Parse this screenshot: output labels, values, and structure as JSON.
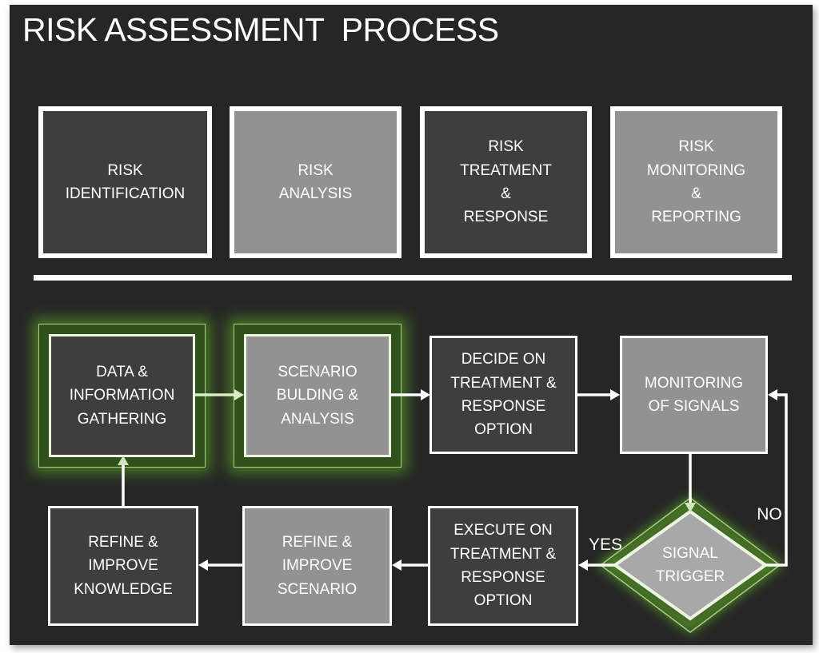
{
  "title": "RISK ASSESSMENT  PROCESS",
  "top_row": {
    "boxes": [
      {
        "label": "RISK\nIDENTIFICATION",
        "tone": "dark"
      },
      {
        "label": "RISK\nANALYSIS",
        "tone": "light"
      },
      {
        "label": "RISK\nTREATMENT\n&\nRESPONSE",
        "tone": "dark"
      },
      {
        "label": "RISK\nMONITORING\n&\nREPORTING",
        "tone": "light"
      }
    ]
  },
  "flow": {
    "boxes": [
      {
        "label": "DATA &\nINFORMATION\nGATHERING",
        "tone": "dark",
        "highlighted": true
      },
      {
        "label": "SCENARIO\nBULDING &\nANALYSIS",
        "tone": "light",
        "highlighted": true
      },
      {
        "label": "DECIDE ON\nTREATMENT &\nRESPONSE\nOPTION",
        "tone": "dark",
        "highlighted": false
      },
      {
        "label": "MONITORING\nOF SIGNALS",
        "tone": "light",
        "highlighted": false
      },
      {
        "label": "REFINE &\nIMPROVE\nKNOWLEDGE",
        "tone": "dark",
        "highlighted": false
      },
      {
        "label": "REFINE &\nIMPROVE\nSCENARIO",
        "tone": "light",
        "highlighted": false
      },
      {
        "label": "EXECUTE ON\nTREATMENT &\nRESPONSE\nOPTION",
        "tone": "dark",
        "highlighted": false
      }
    ],
    "diamond": {
      "label": "SIGNAL\nTRIGGER",
      "highlighted": true
    },
    "decision_labels": {
      "yes": "YES",
      "no": "NO"
    }
  },
  "colors": {
    "slide_background": "#262626",
    "dark_box_fill": "#3e3e3e",
    "light_box_fill": "#929292",
    "diamond_fill": "#a8a8a8",
    "box_border": "#ffffff",
    "highlight_glow_green": "#4f8426",
    "highlight_band_green": "#30511b",
    "highlight_outline_light_green": "#a6cf83",
    "highlight_inner_border": "#ecf4e2",
    "text": "#ffffff"
  }
}
